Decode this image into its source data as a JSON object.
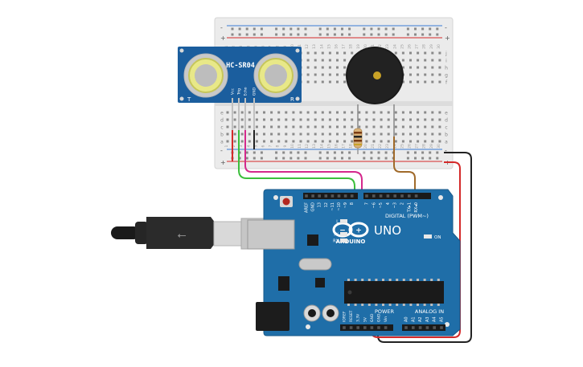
{
  "sensor": {
    "model": "HC-SR04",
    "transmitter_mark": "T",
    "receiver_mark": "R",
    "pins": [
      "Vcc",
      "Trig",
      "Echo",
      "GND"
    ]
  },
  "arduino": {
    "brand": "ARDUINO",
    "model": "UNO",
    "digital_label": "DIGITAL (PWM~)",
    "digital_pins": [
      "AREF",
      "GND",
      "13",
      "12",
      "~11",
      "~10",
      "~9",
      "8",
      "7",
      "~6",
      "~5",
      "4",
      "~3",
      "2",
      "TX▸1",
      "RX◂0"
    ],
    "power_label": "POWER",
    "power_pins": [
      "IOREF",
      "RESET",
      "3.3V",
      "5V",
      "GND",
      "GND",
      "Vin"
    ],
    "analog_label": "ANALOG IN",
    "analog_pins": [
      "A0",
      "A1",
      "A2",
      "A3",
      "A4",
      "A5"
    ],
    "on_label": "ON",
    "led_labels": [
      "L",
      "TX",
      "RX"
    ]
  },
  "breadboard": {
    "row_letters_top": [
      "j",
      "i",
      "h",
      "g",
      "f"
    ],
    "row_letters_bottom": [
      "e",
      "d",
      "c",
      "b",
      "a"
    ],
    "column_numbers": [
      "1",
      "2",
      "3",
      "4",
      "5",
      "6",
      "7",
      "8",
      "9",
      "10",
      "11",
      "12",
      "13",
      "14",
      "15",
      "16",
      "17",
      "18",
      "19",
      "20",
      "21",
      "22",
      "23",
      "24",
      "25",
      "26",
      "27",
      "28",
      "29",
      "30"
    ],
    "rail_minus": "-",
    "rail_plus": "+"
  },
  "wires": {
    "colors": {
      "red": "#d42a2a",
      "green": "#3cbf3c",
      "magenta": "#d4288c",
      "black": "#222222",
      "brown": "#a06a2a"
    }
  },
  "colors": {
    "board_blue": "#1f6ea8",
    "sensor_blue": "#1b5e9e",
    "breadboard": "#ebebeb"
  }
}
